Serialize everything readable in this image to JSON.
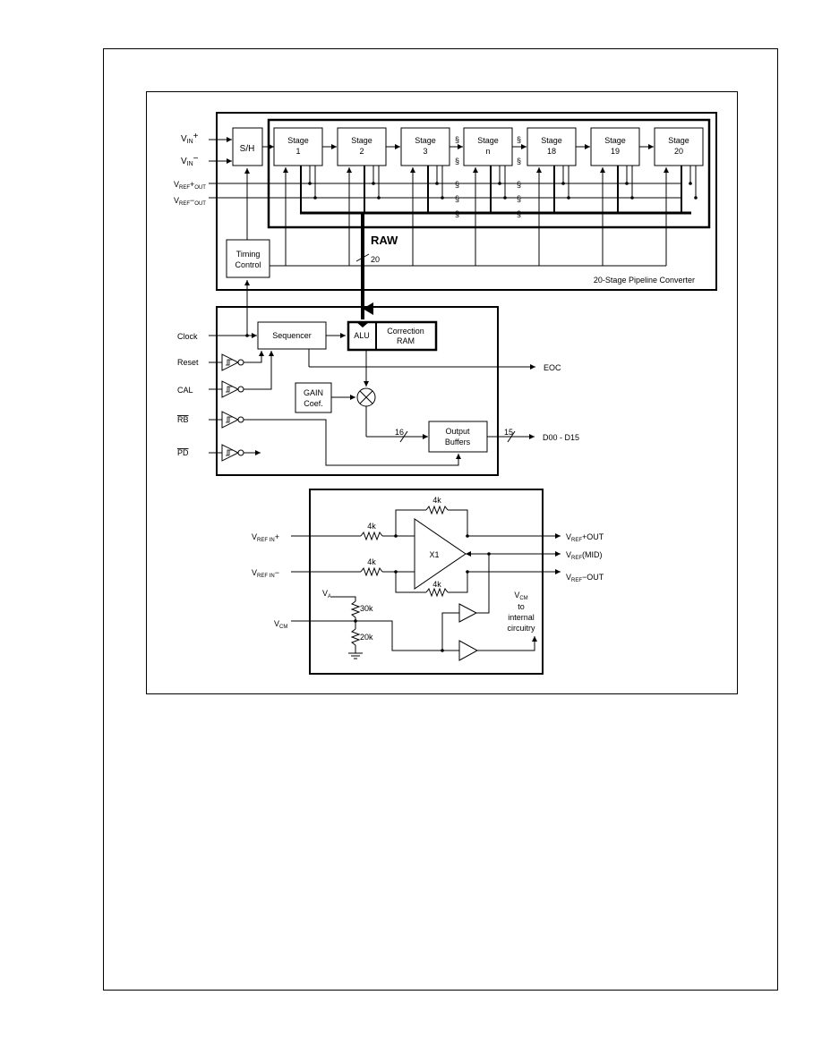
{
  "pipeline": {
    "inputs": {
      "vin_plus": "V",
      "vin_plus_sub": "IN",
      "vin_plus_sign": "+",
      "vin_minus": "V",
      "vin_minus_sub": "IN",
      "vin_minus_sign": "−",
      "vref_plus": "V",
      "vref_plus_sub": "REF",
      "vref_plus_suffix": "+",
      "vref_plus_sub2": "OUT",
      "vref_minus": "V",
      "vref_minus_sub": "REF",
      "vref_minus_suffix": "−",
      "vref_minus_sub2": "OUT"
    },
    "sh_label": "S/H",
    "stages": [
      {
        "title": "Stage",
        "num": "1"
      },
      {
        "title": "Stage",
        "num": "2"
      },
      {
        "title": "Stage",
        "num": "3"
      },
      {
        "title": "Stage",
        "num": "n"
      },
      {
        "title": "Stage",
        "num": "18"
      },
      {
        "title": "Stage",
        "num": "19"
      },
      {
        "title": "Stage",
        "num": "20"
      }
    ],
    "timing_label_1": "Timing",
    "timing_label_2": "Control",
    "raw_label": "RAW",
    "raw_bus_width": "20",
    "caption": "20-Stage Pipeline Converter"
  },
  "logic": {
    "clock": "Clock",
    "reset": "Reset",
    "cal": "CAL",
    "rb": "RB",
    "pd": "PD",
    "sequencer": "Sequencer",
    "alu": "ALU",
    "correction_1": "Correction",
    "correction_2": "RAM",
    "gain_1": "GAIN",
    "gain_2": "Coef.",
    "bus16": "16",
    "output_buffers_1": "Output",
    "output_buffers_2": "Buffers",
    "bus15": "15",
    "eoc": "EOC",
    "dout": "D00 - D15"
  },
  "reference": {
    "r_top": "4k",
    "r_in1": "4k",
    "r_in2": "4k",
    "r_bot": "4k",
    "amp": "X1",
    "vref_in_plus": "V",
    "vref_in_plus_sub": "REF IN",
    "vref_in_plus_sign": "+",
    "vref_in_minus": "V",
    "vref_in_minus_sub": "REF IN",
    "vref_in_minus_sign": "−",
    "out_plus": "V",
    "out_plus_sub": "REF",
    "out_plus_suffix": "+OUT",
    "out_mid": "V",
    "out_mid_sub": "REF",
    "out_mid_suffix": "(MID)",
    "out_minus": "V",
    "out_minus_sub": "REF",
    "out_minus_suffix": "−OUT",
    "va": "V",
    "va_sub": "A",
    "vcm": "V",
    "vcm_sub": "CM",
    "r30k": "30k",
    "r20k": "20k",
    "vcm_int_1": "V",
    "vcm_int_1_sub": "CM",
    "vcm_int_2": "to",
    "vcm_int_3": "internal",
    "vcm_int_4": "circuitry"
  }
}
